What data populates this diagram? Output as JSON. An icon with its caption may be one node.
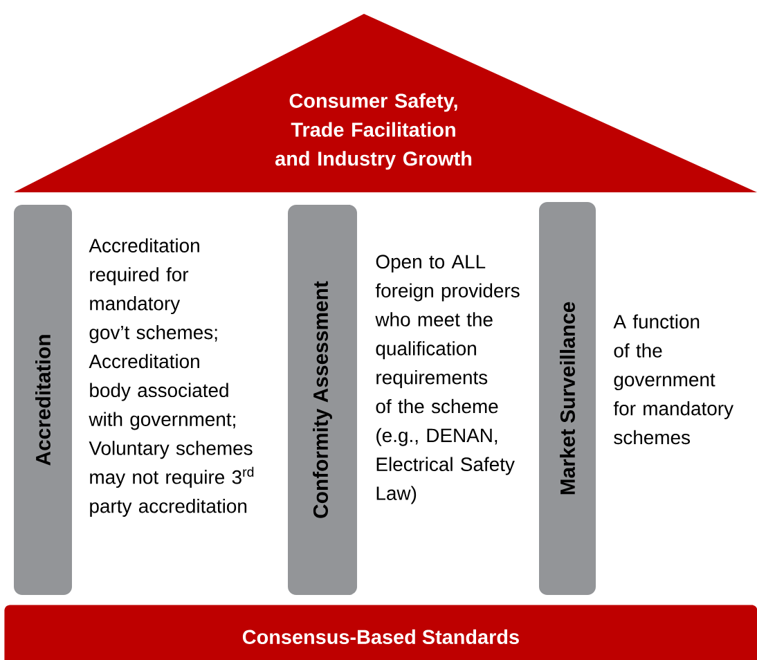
{
  "diagram": {
    "nodes": [
      {
        "text": [
          "Consumer Safety, Trade Facilitation and Industry Growth"
        ]
      },
      {
        "text": [
          "Accreditation"
        ],
        "beside": [
          "Accreditation required for mandatory gov’t schemes; Accreditation body associated with government; Voluntary schemes may not require 3$^{rd}$ party accreditation"
        ]
      },
      {
        "text": [
          "Conformity Assessment"
        ],
        "beside": [
          "Open to ALL foreign providers who meet the qualification requirements of the scheme (e.g., DENAN, Electrical Safety Law)"
        ]
      },
      {
        "text": [
          "Market Surveillance"
        ],
        "beside": [
          "A function of the government for mandatory schemes"
        ]
      },
      {
        "text": [
          "Consensus-Based Standards"
        ]
      }
    ]
  }
}
